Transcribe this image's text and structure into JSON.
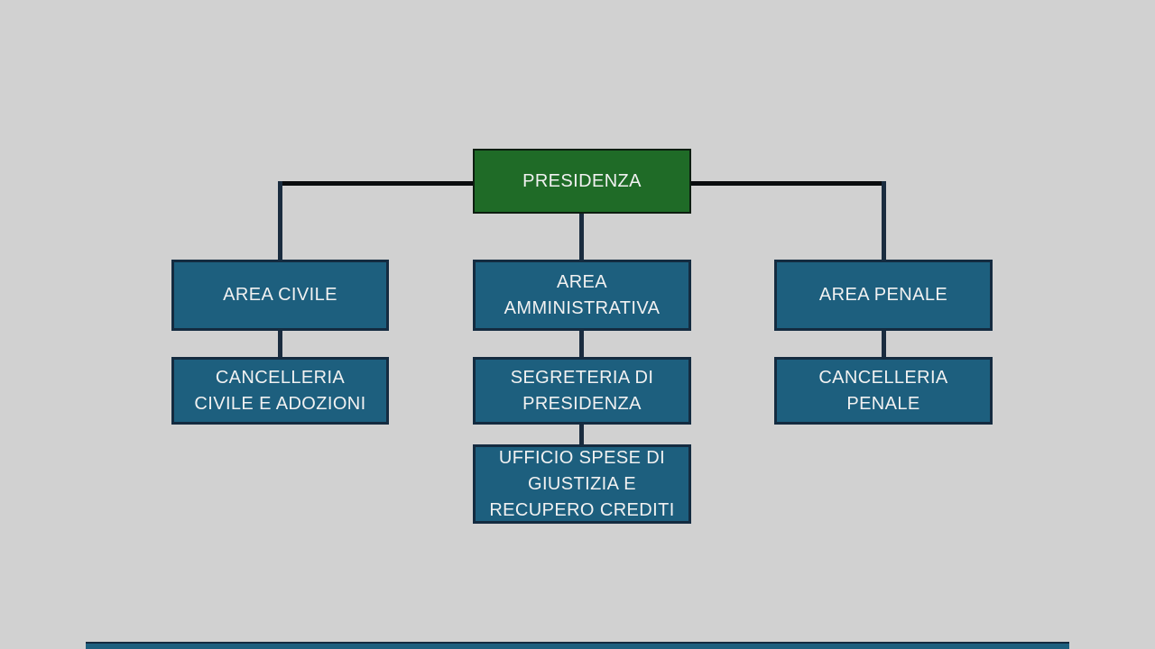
{
  "page": {
    "background_color": "#d1d1d1"
  },
  "org_chart": {
    "colors": {
      "root_fill": "#1f6b27",
      "root_border": "#0d1d10",
      "node_fill": "#1d5f7e",
      "node_border": "#142b40",
      "text": "#f1f1f1",
      "connector_vertical": "#1a2c3f",
      "connector_horizontal": "#0a0c0e"
    },
    "root": {
      "label": "PRESIDENZA"
    },
    "columns": [
      {
        "area": {
          "lines": [
            "AREA CIVILE"
          ]
        },
        "children": [
          {
            "lines": [
              "CANCELLERIA",
              "CIVILE E ADOZIONI"
            ]
          }
        ]
      },
      {
        "area": {
          "lines": [
            "AREA",
            "AMMINISTRATIVA"
          ]
        },
        "children": [
          {
            "lines": [
              "SEGRETERIA DI",
              "PRESIDENZA"
            ]
          },
          {
            "lines": [
              "UFFICIO SPESE DI",
              "GIUSTIZIA E",
              "RECUPERO CREDITI"
            ]
          }
        ]
      },
      {
        "area": {
          "lines": [
            "AREA PENALE"
          ]
        },
        "children": [
          {
            "lines": [
              "CANCELLERIA",
              "PENALE"
            ]
          }
        ]
      }
    ]
  }
}
